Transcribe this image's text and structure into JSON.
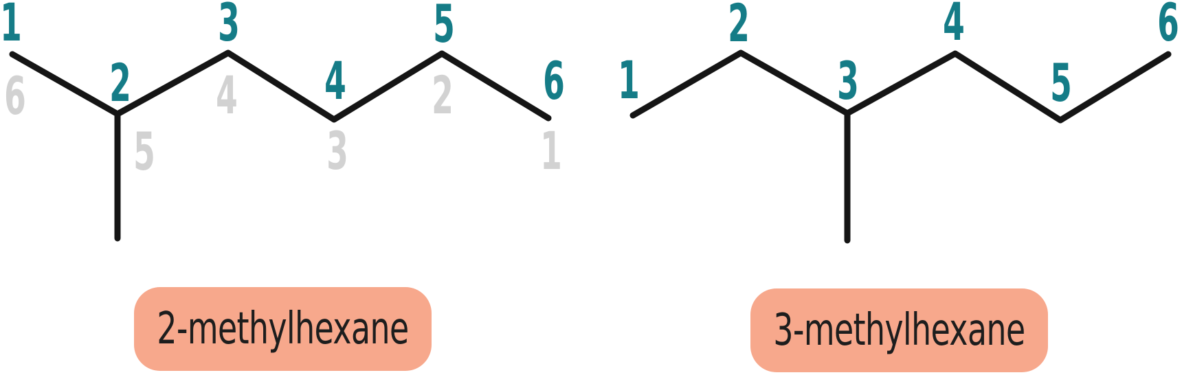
{
  "left_molecule": {
    "name": "2-methylhexane",
    "teal_numbering": [
      "1",
      "2",
      "3",
      "4",
      "5",
      "6"
    ],
    "gray_numbering": [
      "6",
      "5",
      "4",
      "3",
      "2",
      "1"
    ]
  },
  "right_molecule": {
    "name": "3-methylhexane",
    "teal_numbering": [
      "1",
      "2",
      "3",
      "4",
      "5",
      "6"
    ]
  },
  "colors": {
    "teal": "#157c87",
    "gray": "#d2d2d2",
    "salmon": "#f7a88c",
    "line": "#151515",
    "label_text": "#1d1d1d"
  }
}
